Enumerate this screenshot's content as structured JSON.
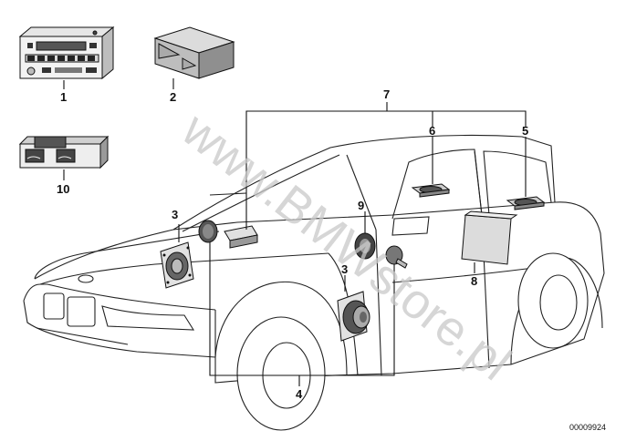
{
  "watermark": "www.BMWstore.pl",
  "reference_number": "00009924",
  "callouts": [
    {
      "id": "c1",
      "label": "1"
    },
    {
      "id": "c2",
      "label": "2"
    },
    {
      "id": "c3a",
      "label": "3"
    },
    {
      "id": "c3b",
      "label": "3"
    },
    {
      "id": "c4",
      "label": "4"
    },
    {
      "id": "c5",
      "label": "5"
    },
    {
      "id": "c6",
      "label": "6"
    },
    {
      "id": "c7",
      "label": "7"
    },
    {
      "id": "c8",
      "label": "8"
    },
    {
      "id": "c9",
      "label": "9"
    },
    {
      "id": "c10",
      "label": "10"
    }
  ]
}
